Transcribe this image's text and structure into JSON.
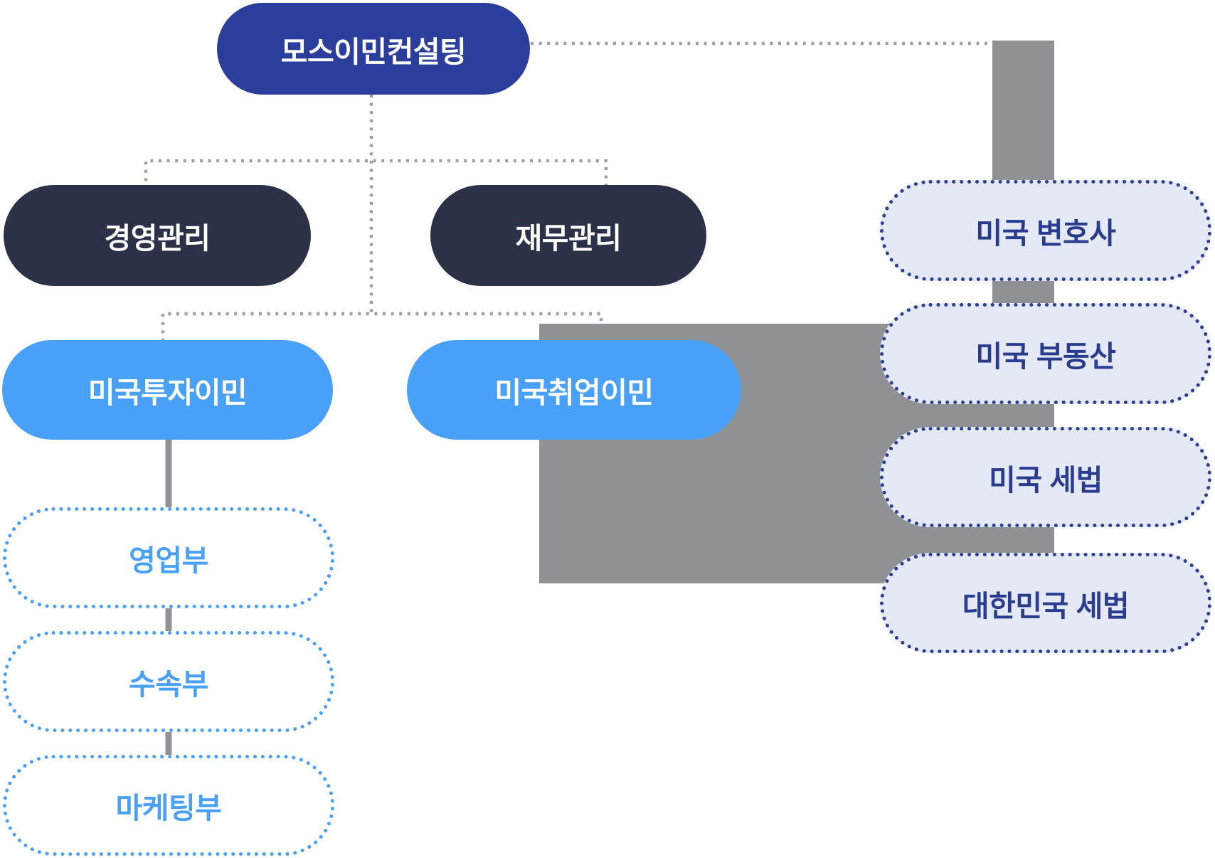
{
  "nodes": {
    "company": {
      "label": "모스이민컨설팅"
    },
    "management": {
      "label": "경영관리"
    },
    "finance": {
      "label": "재무관리"
    },
    "investment_immigration": {
      "label": "미국투자이민"
    },
    "employment_immigration": {
      "label": "미국취업이민"
    },
    "sales_dept": {
      "label": "영업부"
    },
    "processing_dept": {
      "label": "수속부"
    },
    "marketing_dept": {
      "label": "마케팅부"
    },
    "us_lawyer": {
      "label": "미국 변호사"
    },
    "us_real_estate": {
      "label": "미국 부동산"
    },
    "us_tax_law": {
      "label": "미국 세법"
    },
    "korea_tax_law": {
      "label": "대한민국 세법"
    }
  },
  "colors": {
    "root_blue": "#2B3E9C",
    "dark_navy": "#2B3147",
    "bright_blue": "#49A0F7",
    "lavender_fill": "#E5E9F5",
    "navy_dot_border": "#2B3F93",
    "navy_text": "#2A3C8F",
    "gray_shape": "#909194",
    "gray_dotted_line": "#9DA0A2",
    "background": "#FFFFFF"
  }
}
